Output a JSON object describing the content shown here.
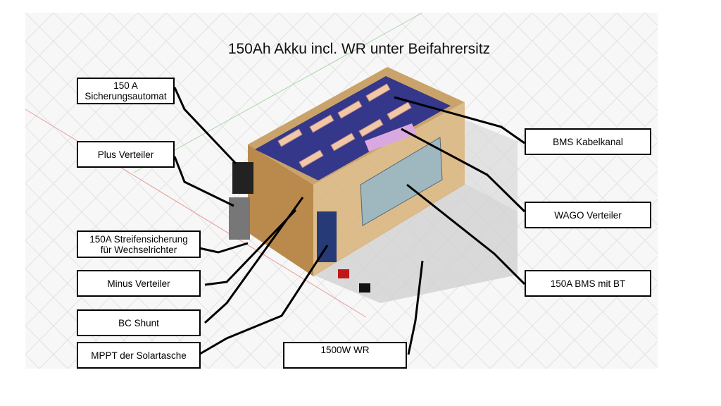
{
  "title": "150Ah Akku incl. WR unter Beifahrersitz",
  "labels": {
    "sicherungsautomat": "150 A Sicherungsautomat",
    "plus_verteiler": "Plus Verteiler",
    "streifensicherung_line1": "150A Streifensicherung",
    "streifensicherung_line2": "für Wechselrichter",
    "minus_verteiler": "Minus Verteiler",
    "bc_shunt": "BC Shunt",
    "mppt": "MPPT der Solartasche",
    "wr": "1500W WR",
    "bms_kabelkanal": "BMS Kabelkanal",
    "wago_verteiler": "WAGO Verteiler",
    "bms": "150A BMS mit BT"
  },
  "colors": {
    "box_wood": "#c9a36a",
    "box_shadow": "#c8c8c8",
    "cells": "#34378a",
    "busbar": "#f0c8a6",
    "bms_board": "#9fb8c0",
    "kabelkanal": "#d9a8e0",
    "grid": "#e3e3e3"
  }
}
